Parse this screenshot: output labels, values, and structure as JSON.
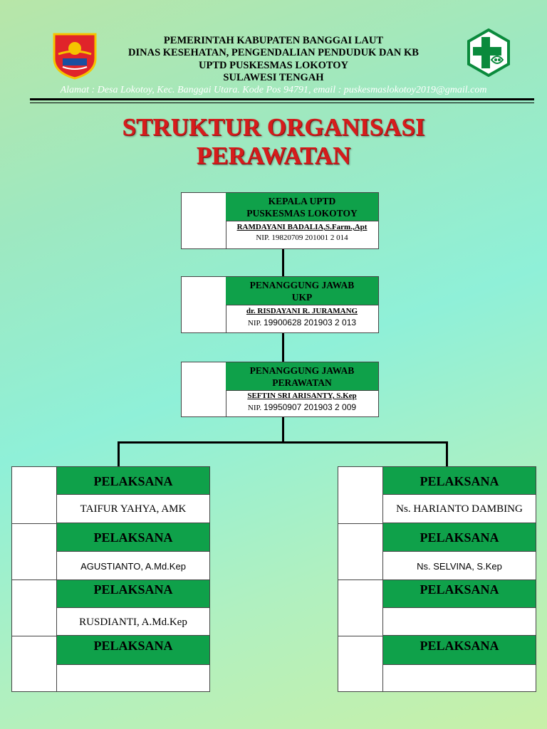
{
  "header": {
    "lines": [
      "PEMERINTAH KABUPATEN BANGGAI LAUT",
      "DINAS KESEHATAN, PENGENDALIAN PENDUDUK DAN KB",
      "UPTD PUSKESMAS LOKOTOY",
      "SULAWESI TENGAH"
    ],
    "address": "Alamat : Desa Lokotoy, Kec. Banggai Utara. Kode Pos 94791, email : puskesmaslokotoy2019@gmail.com"
  },
  "title": [
    "STRUKTUR ORGANISASI",
    "PERAWATAN"
  ],
  "colors": {
    "green": "#0fa14a",
    "title_red": "#d61c1c"
  },
  "chain": [
    {
      "role": [
        "KEPALA UPTD",
        "PUSKESMAS LOKOTOY"
      ],
      "name": "RAMDAYANI BADALIA,S.Farm.,Apt",
      "nip_label": "NIP.",
      "nip": "19820709 201001 2 014"
    },
    {
      "role": [
        "PENANGGUNG JAWAB",
        "UKP"
      ],
      "name": "dr. RISDAYANI R. JURAMANG",
      "nip_label": "NIP.",
      "nip": "19900628 201903 2 013"
    },
    {
      "role": [
        "PENANGGUNG JAWAB",
        "PERAWATAN"
      ],
      "name": "SEFTIN SRI ARISANTY, S.Kep",
      "nip_label": "NIP.",
      "nip": "19950907 201903 2 009"
    }
  ],
  "left": [
    {
      "label": "PELAKSANA",
      "name": "TAIFUR YAHYA, AMK"
    },
    {
      "label": "PELAKSANA",
      "name": "AGUSTIANTO, A.Md.Kep"
    },
    {
      "label": "PELAKSANA",
      "name": "RUSDIANTI, A.Md.Kep"
    },
    {
      "label": "PELAKSANA",
      "name": ""
    }
  ],
  "right": [
    {
      "label": "PELAKSANA",
      "name": "Ns. HARIANTO DAMBING"
    },
    {
      "label": "PELAKSANA",
      "name": "Ns. SELVINA, S.Kep"
    },
    {
      "label": "PELAKSANA",
      "name": ""
    },
    {
      "label": "PELAKSANA",
      "name": ""
    }
  ]
}
